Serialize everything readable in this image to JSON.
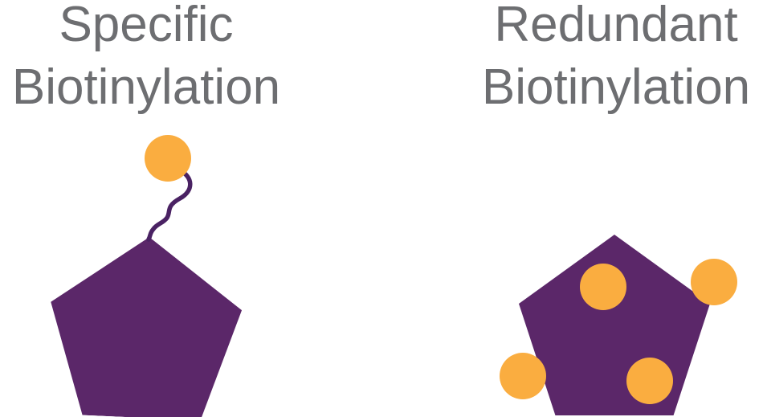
{
  "figure": {
    "description": "Comparison of specific vs redundant biotinylation of a protein",
    "colors": {
      "background": "#ffffff",
      "protein_purple": "#5B2769",
      "biotin_orange": "#FAAD40",
      "linker_dark_purple": "#4A2263",
      "title_gray": "#6D6E71"
    },
    "panels": {
      "specific": {
        "title": "Specific\nBiotinylation",
        "biotin_count": 1,
        "attachment": "single biotin attached via flexible linker to pentagon apex"
      },
      "redundant": {
        "title": "Redundant\nBiotinylation",
        "biotin_count": 4,
        "attachment": "multiple biotins attached directly over protein surface"
      }
    }
  }
}
